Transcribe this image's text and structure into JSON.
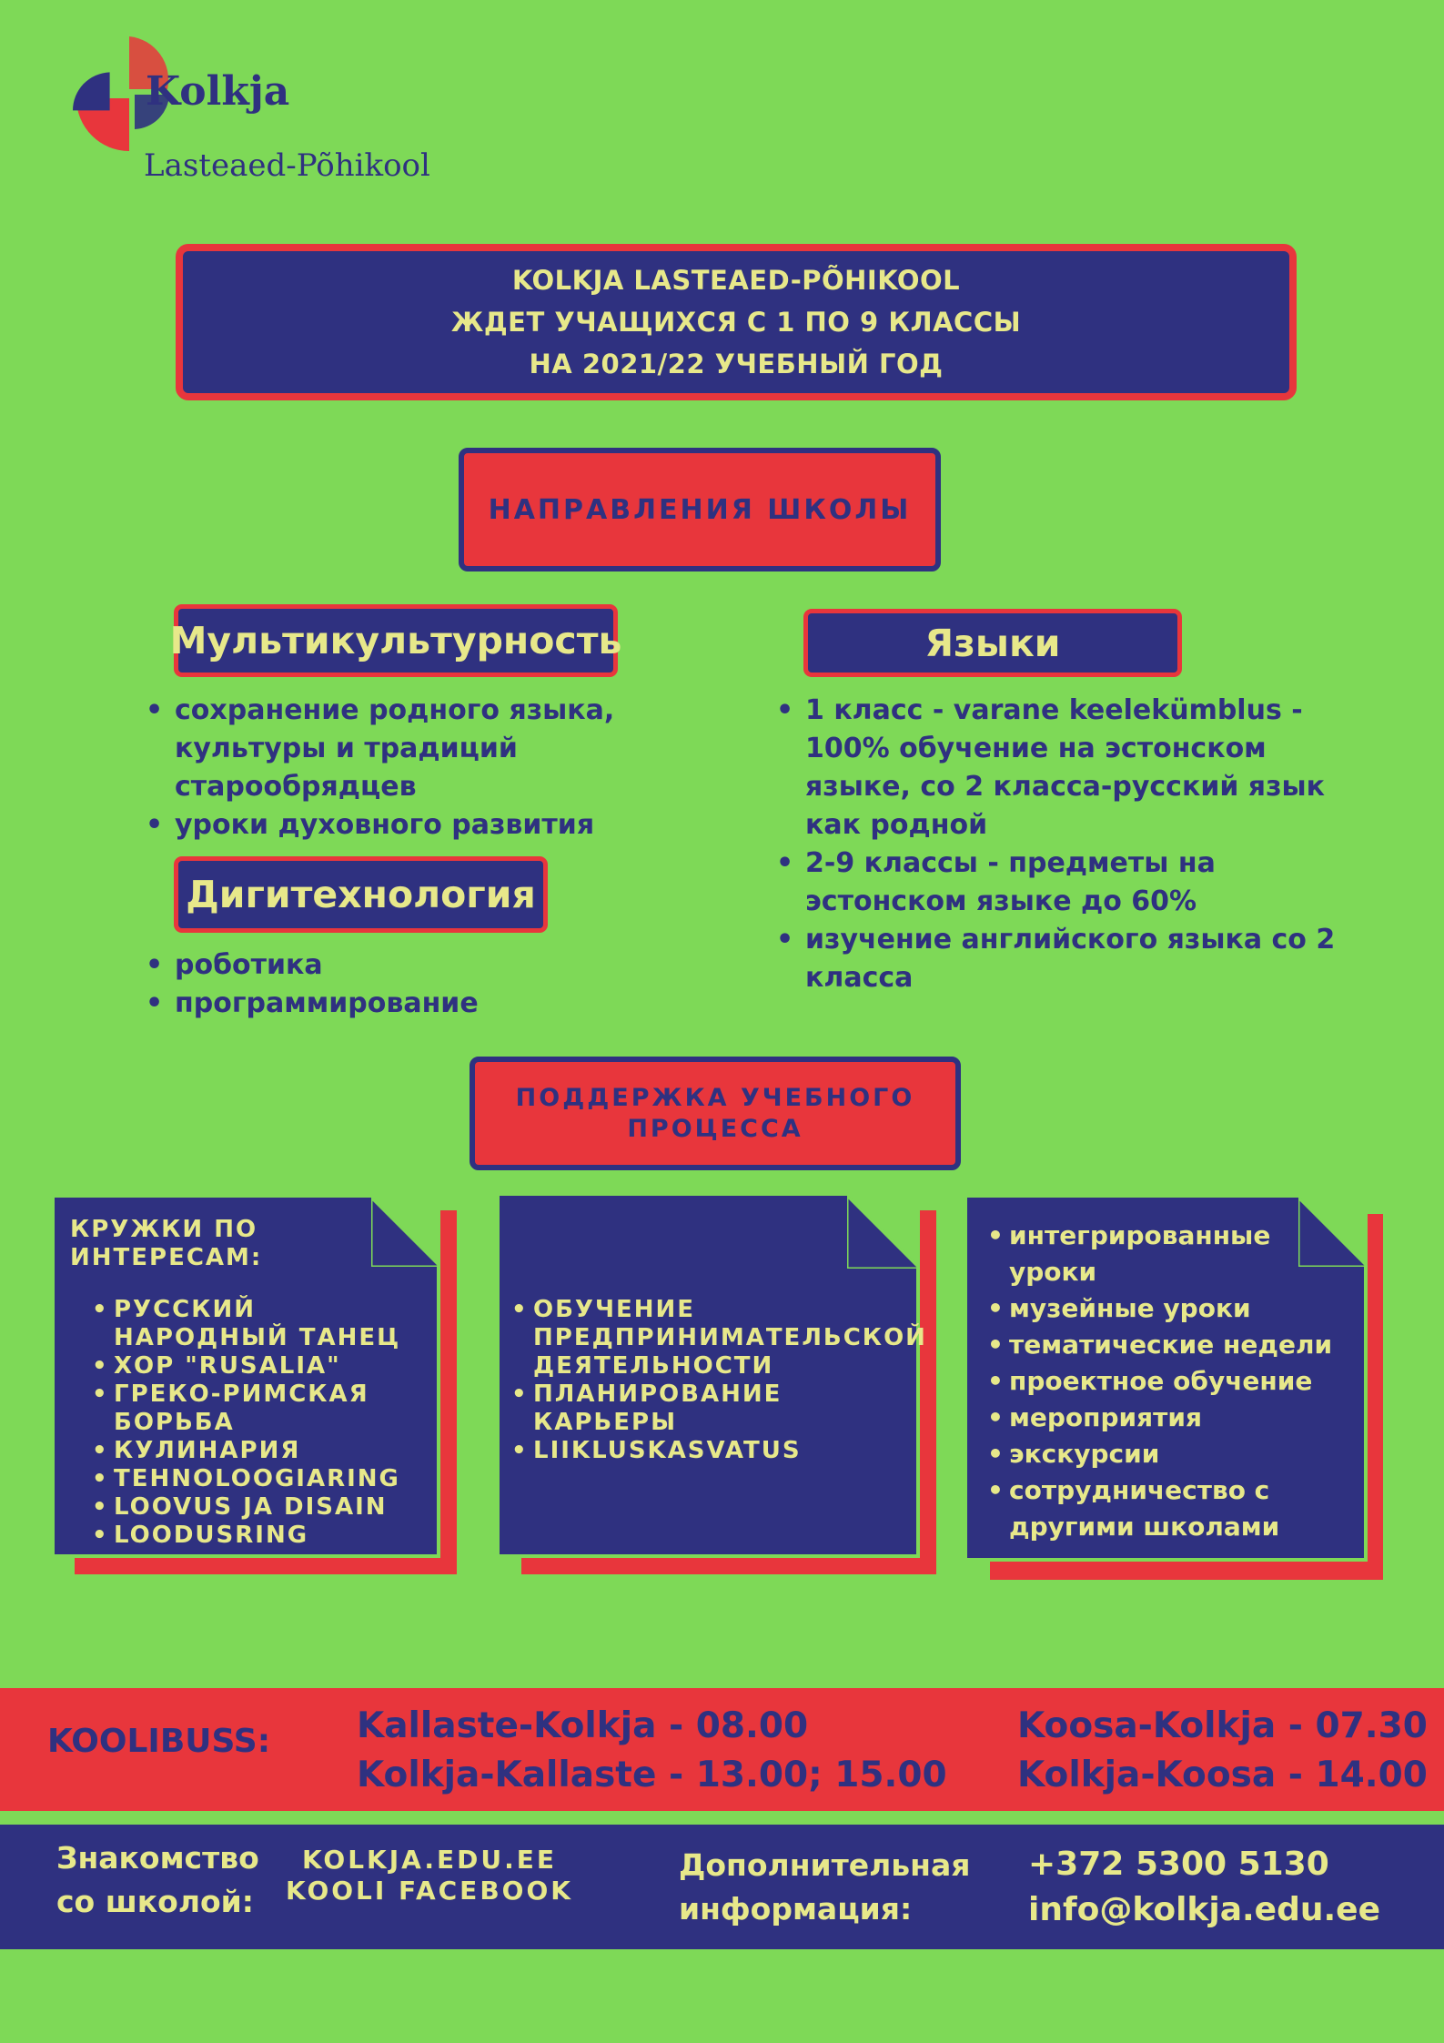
{
  "logo": {
    "name": "Kolkja",
    "subtitle": "Lasteaed-Põhikool"
  },
  "header": {
    "line1": "KOLKJA LASTEAED-PÕHIKOOL",
    "line2": "ЖДЕТ УЧАЩИХСЯ С 1 ПО 9 КЛАССЫ",
    "line3": "НА 2021/22 УЧЕБНЫЙ ГОД"
  },
  "directions": {
    "title": "НАПРАВЛЕНИЯ ШКОЛЫ"
  },
  "multiculture": {
    "title": "Мультикультурность",
    "items": [
      "сохранение родного языка, культуры и традиций старообрядцев",
      "уроки духовного развития"
    ]
  },
  "digitech": {
    "title": "Дигитехнология",
    "items": [
      "роботика",
      "программирование"
    ]
  },
  "languages": {
    "title": "Языки",
    "items": [
      "1 класс - varane keelekümblus - 100% обучение на эстонском языке, со 2 класса-русский язык как родной",
      "2-9 классы - предметы на эстонском языке до 60%",
      "изучение английского языка со 2 класса"
    ]
  },
  "support": {
    "title_line1": "ПОДДЕРЖКА УЧЕБНОГО",
    "title_line2": "ПРОЦЕССА"
  },
  "card1": {
    "heading_line1": "КРУЖКИ ПО",
    "heading_line2": "ИНТЕРЕСАМ:",
    "items": [
      "РУССКИЙ НАРОДНЫЙ ТАНЕЦ",
      "ХОР \"RUSALIA\"",
      "ГРЕКО-РИМСКАЯ БОРЬБА",
      "КУЛИНАРИЯ",
      "TEHNOLOOGIARING",
      "LOOVUS JA DISAIN",
      "LOODUSRING"
    ]
  },
  "card2": {
    "items": [
      "ОБУЧЕНИЕ ПРЕДПРИНИМАТЕЛЬСКОЙ ДЕЯТЕЛЬНОСТИ",
      "ПЛАНИРОВАНИЕ КАРЬЕРЫ",
      "LIIKLUSKASVATUS"
    ]
  },
  "card3": {
    "items": [
      "интегрированные уроки",
      "музейные уроки",
      "тематические недели",
      "проектное обучение",
      "мероприятия",
      "экскурсии",
      "сотрудничество с другими школами"
    ]
  },
  "bus": {
    "label": "KOOLIBUSS:",
    "left_line1": "Kallaste-Kolkja - 08.00",
    "left_line2": "Kolkja-Kallaste - 13.00; 15.00",
    "right_line1": "Koosa-Kolkja - 07.30",
    "right_line2": "Kolkja-Koosa - 14.00"
  },
  "info": {
    "acquaint_line1": "Знакомство",
    "acquaint_line2": "со школой:",
    "link1": "KOLKJA.EDU.EE",
    "link2": "KOOLI FACEBOOK",
    "extra_line1": "Дополнительная",
    "extra_line2": "информация:",
    "phone": "+372 5300 5130",
    "email": "info@kolkja.edu.ee"
  },
  "colors": {
    "background": "#7ed957",
    "navy": "#2f3180",
    "red": "#e8363c",
    "yellow": "#e7e88a"
  }
}
